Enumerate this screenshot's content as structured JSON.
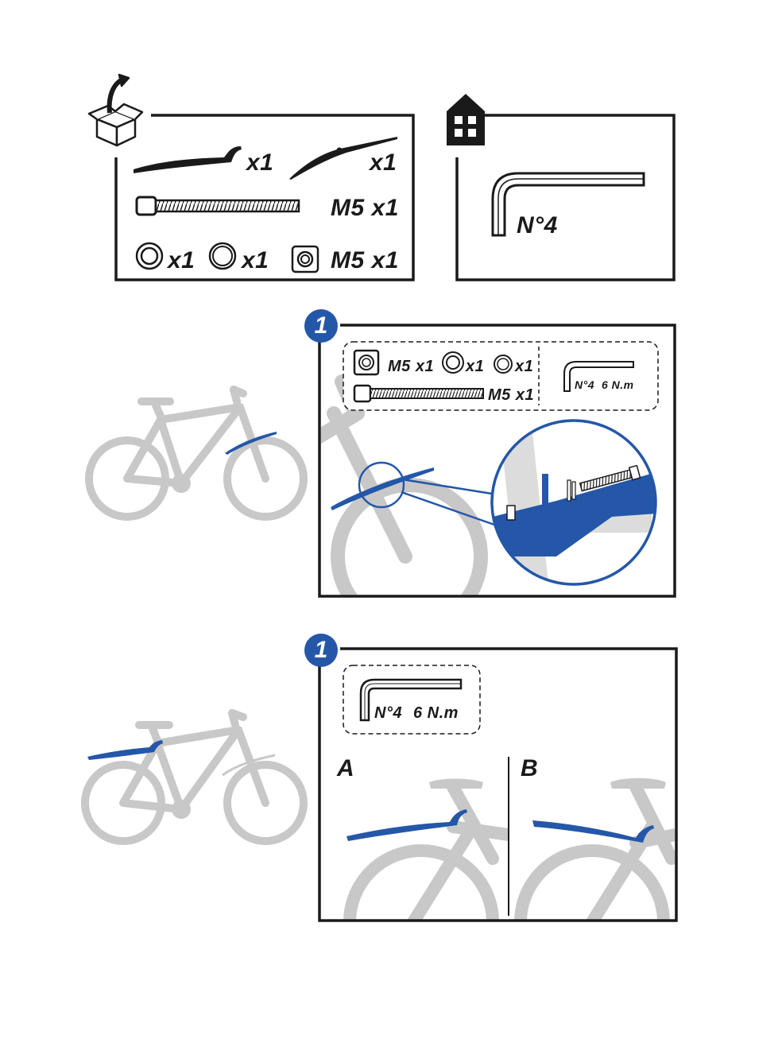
{
  "colors": {
    "accent": "#2457a8",
    "grey": "#c8c8c8",
    "ink": "#1a1a1a"
  },
  "icons": {
    "box": "open-box-icon",
    "house": "house-icon"
  },
  "kit": {
    "mudguard_qty": "x1",
    "clamp_qty": "x1",
    "bolt_label": "M5 x1",
    "washer1_qty": "x1",
    "washer2_qty": "x1",
    "nut_label": "M5 x1"
  },
  "tools": {
    "key_label": "N°4"
  },
  "step1": {
    "badge": "1",
    "nut_label": "M5 x1",
    "washer1_qty": "x1",
    "washer2_qty": "x1",
    "bolt_label": "M5 x1",
    "key_label": "N°4",
    "torque_label": "6 N.m"
  },
  "step2": {
    "badge": "1",
    "key_label": "N°4",
    "torque_label": "6 N.m",
    "option_a": "A",
    "option_b": "B"
  }
}
